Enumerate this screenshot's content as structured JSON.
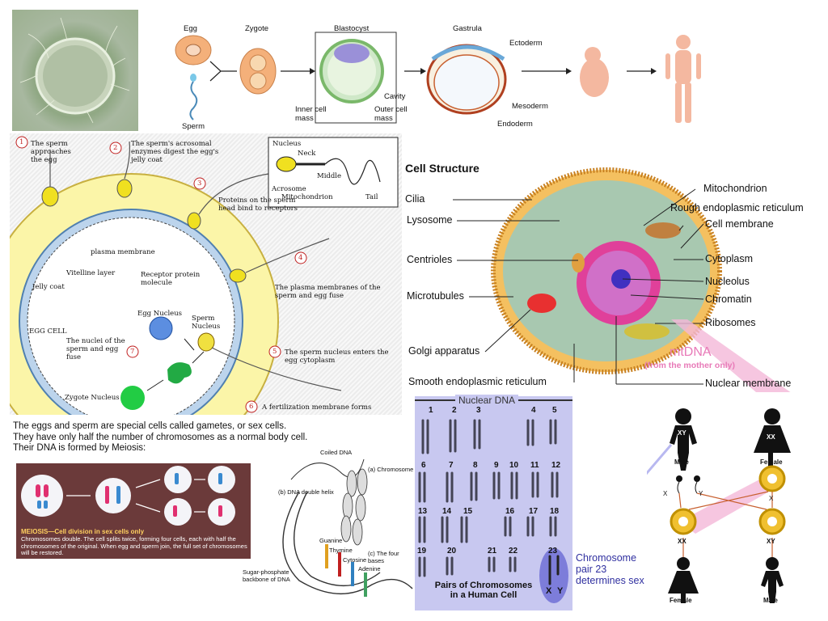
{
  "development": {
    "egg": "Egg",
    "zygote": "Zygote",
    "blastocyst": "Blastocyst",
    "gastrula": "Gastrula",
    "sperm": "Sperm",
    "ectoderm": "Ectoderm",
    "cavity": "Cavity",
    "inner_cell_mass": "Inner cell mass",
    "outer_cell_mass": "Outer cell mass",
    "mesoderm": "Mesoderm",
    "endoderm": "Endoderm"
  },
  "fertilization": {
    "step1": "The sperm approaches the egg",
    "step2": "The sperm's acrosomal enzymes digest the egg's jelly coat",
    "step3": "Proteins on the sperm head bind to receptors",
    "step4": "The plasma membranes of the sperm and egg fuse",
    "step5": "The sperm nucleus enters the egg cytoplasm",
    "step6": "A fertilization membrane forms",
    "step7": "The nuclei of the sperm and egg fuse",
    "plasma_membrane": "plasma membrane",
    "vitelline_layer": "Vitelline layer",
    "jelly_coat": "Jelly coat",
    "receptor": "Receptor protein molecule",
    "egg_nucleus": "Egg Nucleus",
    "sperm_nucleus": "Sperm Nucleus",
    "egg_cell": "EGG CELL",
    "zygote_nucleus": "Zygote Nucleus",
    "sperm_parts": {
      "nucleus": "Nucleus",
      "neck": "Neck",
      "middle": "Middle",
      "acrosome": "Acrosome",
      "mitochondrion": "Mitochondrion",
      "tail": "Tail"
    },
    "nums": [
      "1",
      "2",
      "3",
      "4",
      "5",
      "6",
      "7"
    ]
  },
  "cell": {
    "title": "Cell Structure",
    "cilia": "Cilia",
    "lysosome": "Lysosome",
    "centrioles": "Centrioles",
    "microtubules": "Microtubules",
    "golgi": "Golgi apparatus",
    "smooth_er": "Smooth endoplasmic reticulum",
    "mitochondrion": "Mitochondrion",
    "rough_er": "Rough endoplasmic reticulum",
    "cell_membrane": "Cell membrane",
    "cytoplasm": "Cytoplasm",
    "nucleolus": "Nucleolus",
    "chromatin": "Chromatin",
    "ribosomes": "Ribosomes",
    "nuclear_membrane": "Nuclear membrane",
    "mtdna": "mtDNA",
    "mtdna_sub": "(from the mother only)"
  },
  "gametes_text": {
    "line1": "The eggs and sperm are special cells called gametes, or sex cells.",
    "line2": "They have only half the number of chromosomes as a normal body cell.",
    "line3": "Their DNA is formed by Meiosis:"
  },
  "meiosis": {
    "title": "MEIOSIS—Cell division in sex cells only",
    "body": "Chromosomes double. The cell splits twice, forming four cells, each with half the chromosomes of the original. When egg and sperm join, the full set of chromosomes will be restored."
  },
  "dna": {
    "coiled": "Coiled DNA",
    "chromosome": "(a) Chromosome",
    "double_helix": "(b) DNA double helix",
    "guanine": "Guanine",
    "thymine": "Thymine",
    "cytosine": "Cytosine",
    "adenine": "Adenine",
    "four_bases": "(c) The four bases",
    "backbone": "Sugar-phosphate backbone of DNA"
  },
  "karyotype": {
    "title": "Nuclear DNA",
    "nums": [
      "1",
      "2",
      "3",
      "4",
      "5",
      "6",
      "7",
      "8",
      "9",
      "10",
      "11",
      "12",
      "13",
      "14",
      "15",
      "16",
      "17",
      "18",
      "19",
      "20",
      "21",
      "22",
      "23"
    ],
    "x": "X",
    "y": "Y",
    "caption1": "Pairs of Chromosomes",
    "caption2": "in a Human Cell",
    "sex_note1": "Chromosome",
    "sex_note2": "pair 23",
    "sex_note3": "determines sex"
  },
  "inheritance": {
    "male": "Male",
    "female": "Female",
    "xy": "XY",
    "xx": "XX",
    "x": "X",
    "y": "Y",
    "child_female": "Female",
    "child_male": "Male"
  },
  "colors": {
    "karyotype_bg": "#c8c8f0",
    "mtdna": "#e87ab8",
    "zygote_blue_sex": "#3030a0",
    "fert_egg": "#f9f0a0",
    "meiosis_bg": "#6b3a3a"
  }
}
